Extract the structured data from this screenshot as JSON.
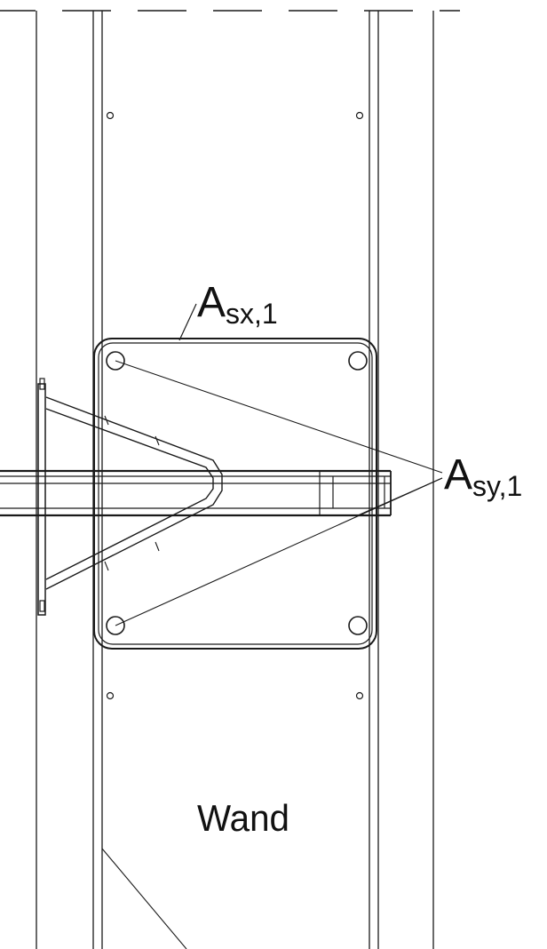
{
  "labels": {
    "asx_main": "A",
    "asx_sub": "sx,1",
    "asy_main": "A",
    "asy_sub": "sy,1",
    "wall": "Wand"
  },
  "colors": {
    "line": "#1a1a1a",
    "background": "#ffffff"
  }
}
